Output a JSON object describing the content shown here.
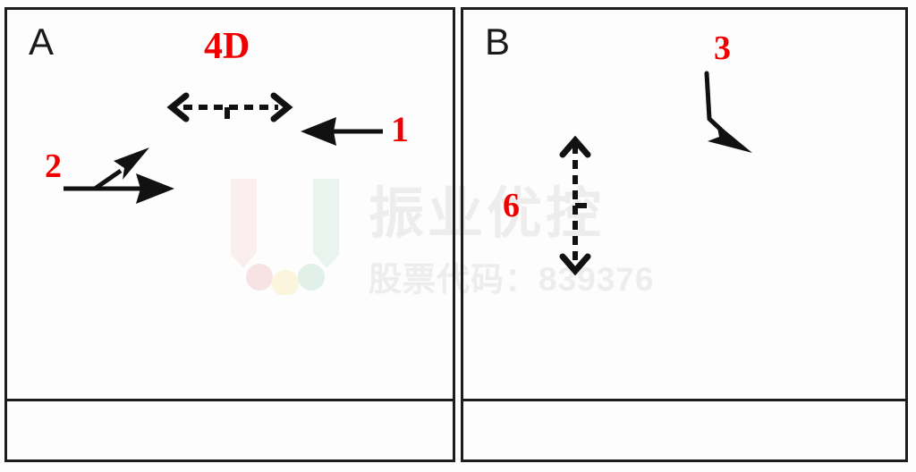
{
  "figure": {
    "type": "annotated-two-panel-diagram",
    "panels": [
      {
        "id": "A",
        "letter": "A",
        "annotations": [
          {
            "name": "4D",
            "label": "4D",
            "color": "#ef0000",
            "kind": "dimension-label"
          },
          {
            "name": "1",
            "label": "1",
            "color": "#ef0000",
            "kind": "pointer-arrow",
            "direction": "left"
          },
          {
            "name": "2",
            "label": "2",
            "color": "#ef0000",
            "kind": "pointer-arrow",
            "direction": "right-and-up-right"
          }
        ],
        "markers": [
          {
            "name": "horizontal-dashed-double-arrow",
            "orientation": "horizontal",
            "style": "dashed",
            "heads": "both"
          }
        ]
      },
      {
        "id": "B",
        "letter": "B",
        "annotations": [
          {
            "name": "3",
            "label": "3",
            "color": "#ef0000",
            "kind": "pointer-arrow",
            "direction": "bent-down-right"
          },
          {
            "name": "6",
            "label": "6",
            "color": "#ef0000",
            "kind": "dimension-label"
          }
        ],
        "markers": [
          {
            "name": "vertical-dashed-double-arrow",
            "orientation": "vertical",
            "style": "dashed",
            "heads": "both"
          }
        ]
      }
    ]
  },
  "labels": {
    "panel_a_letter": "A",
    "panel_b_letter": "B",
    "four_d": "4D",
    "one": "1",
    "two": "2",
    "three": "3",
    "six": "6"
  },
  "watermark": {
    "brand_text": "振业优控",
    "stock_code_text": "股票代码：839376",
    "logo_name": "u-shaped-logo",
    "colors": {
      "text": "#ededed",
      "logo_left_bar": "#fbeeee",
      "logo_right_bar": "#eaf4ef",
      "dot_left": "#f7e3e3",
      "dot_center": "#fcf5dd",
      "dot_right": "#e2f0ea"
    }
  },
  "colors": {
    "annotation_red": "#ef0000",
    "ink_black": "#1a1a1a",
    "border": "#1d1d1d",
    "background": "#fdfdfd"
  }
}
